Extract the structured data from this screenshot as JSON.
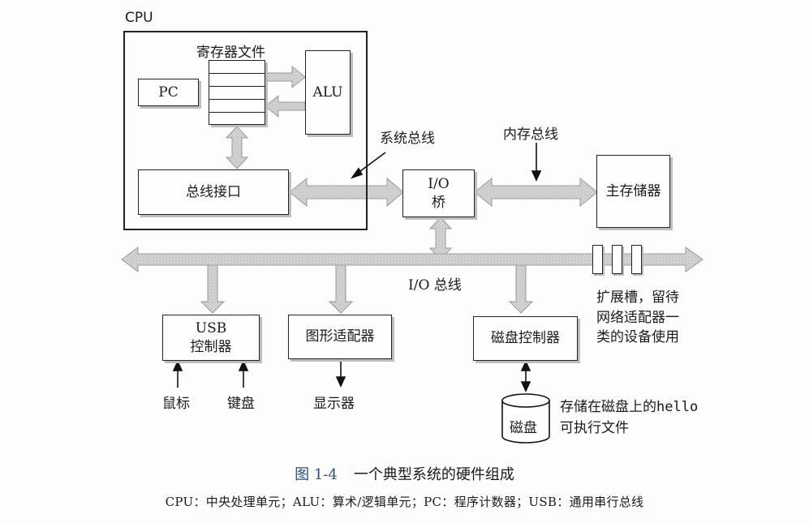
{
  "diagram": {
    "cpu": {
      "label": "CPU"
    },
    "register_file": {
      "label": "寄存器文件"
    },
    "pc": {
      "label": "PC"
    },
    "alu": {
      "label": "ALU"
    },
    "bus_interface": {
      "label": "总线接口"
    },
    "system_bus": {
      "label": "系统总线"
    },
    "memory_bus": {
      "label": "内存总线"
    },
    "io_bridge": {
      "line1": "I/O",
      "line2": "桥"
    },
    "main_memory": {
      "label": "主存储器"
    },
    "io_bus": {
      "label": "I/O 总线"
    },
    "expansion_slots": {
      "line1": "扩展槽，留待",
      "line2": "网络适配器一",
      "line3": "类的设备使用"
    },
    "usb_controller": {
      "line1": "USB",
      "line2": "控制器"
    },
    "graphics_adapter": {
      "label": "图形适配器"
    },
    "disk_controller": {
      "label": "磁盘控制器"
    },
    "mouse": {
      "label": "鼠标"
    },
    "keyboard": {
      "label": "键盘"
    },
    "display": {
      "label": "显示器"
    },
    "disk": {
      "label": "磁盘"
    },
    "disk_note": {
      "line1_prefix": "存储在磁盘上的",
      "line1_code": "hello",
      "line2": "可执行文件"
    }
  },
  "caption": {
    "figure": "图 1-4",
    "title": "一个典型系统的硬件组成",
    "note": "CPU：中央处理单元；ALU：算术/逻辑单元；PC：程序计数器；USB：通用串行总线"
  },
  "colors": {
    "bus_fill": "#d4d4d4",
    "bus_stroke": "#9a9a9a",
    "caption_title": "#2b4f7a"
  }
}
